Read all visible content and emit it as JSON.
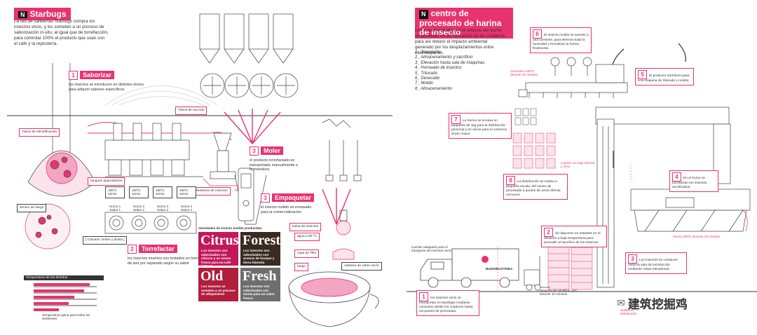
{
  "left": {
    "header": "Starbugs",
    "intro": "La red de cafeterías Starbugs compra los insectos vivos, y los someten a un proceso de saborización in-situ, al igual que de torrefacción, para controlar 100% el producto que usan con el café y la repostería.",
    "steps": [
      {
        "num": "1",
        "title": "Saborizar",
        "text": "los insectos se introducen en distintos olores para adquirir sabores específicos"
      },
      {
        "num": "2",
        "title": "Torrefactar",
        "text": "los insectos muertos son tostados en hornos de aire por separado según su sabor"
      },
      {
        "num": "3",
        "title": "Moler",
        "text": "el producto torrefactado es transportado manualmente a la moledora"
      },
      {
        "num": "3",
        "title": "Empaquetar",
        "text": "el insecto molido es envasado para la comercialización"
      }
    ],
    "labels": {
      "tubos": "Tubos de electrificación",
      "tanques": "tanques apareadores",
      "tubos_succion": "Tubos de succión",
      "moledora": "Moledora de insectos",
      "variedades": "Variedades de insecto molido producidas",
      "bolsa": "bolsa de insectos",
      "agua": "agua a 90 ºC",
      "capa": "capa de filtro",
      "fuego": "fuego",
      "cafetera": "cafetera de vidrio vacío",
      "sensor": "sensor de fuego",
      "horno": "[ Cámara: Orden y Bolsa ]"
    },
    "ovens": [
      "Horno 1 Sabor 1",
      "Horno 2 Sabor 2",
      "Horno 3 Sabor 3",
      "Horno 4 Sabor 4"
    ],
    "temps": [
      "180ºC 10min",
      "180ºC 10min",
      "180ºC 10min",
      "180ºC 10min"
    ],
    "flavors": [
      {
        "name": "Citrus",
        "text": "Los insectos son saborizados con cítricos y un aroma fresco para un café intenso",
        "bg": "#c2185b"
      },
      {
        "name": "Forest",
        "text": "Los insectos son saborizados con aromas de bosque y tierra húmeda",
        "bg": "#3a2a22"
      },
      {
        "name": "Old",
        "text": "Los insectos se someten a un proceso de añejamiento",
        "bg": "#b01e3c"
      },
      {
        "name": "Fresh",
        "text": "Los insectos son saborizados con menta para un sabor fresco",
        "bg": "#6e6e6e"
      }
    ],
    "chart": {
      "title": "Temperatura de los ámbitos",
      "rows": [
        0.9,
        0.8,
        0.65,
        0.55,
        0.4
      ],
      "note": "Temperatura ajena para todos los ambientes"
    }
  },
  "right": {
    "header": "centro de procesado de harina de insecto",
    "intro": "Los insectos criados en el entorno del barrio se procesan en las cercanías de los criaderos, para así reducir el impacto ambiental generado por los desplazamientos entre intermediarios.",
    "list": [
      "1_ Transporte",
      "2_ Almacenamiento y sacrificio",
      "3_ Elevación hasta sala de máquinas",
      "4_ Horneado de insectos",
      "5_ Triturado",
      "6_ Desecado",
      "7_ Molido",
      "8_ Almacenamiento"
    ],
    "steps": [
      {
        "num": "1",
        "text": "los insectos vivos se transportan en bandejas mediante camiones desde los criaderos hasta los puntos de procesado."
      },
      {
        "num": "2",
        "text": "Se disponen en estantes en el almacén a baja temperatura para proceder al sacrificio de los insectos."
      },
      {
        "num": "3",
        "text": "Los insectos se conducen hasta la sala de torrefacción mediante cintas elevadoras."
      },
      {
        "num": "4",
        "text": "En el horno se torrefactan los insectos sacrificados."
      },
      {
        "num": "5",
        "text": "El producto torrefacto pasa a la máquina de triturado y molido."
      },
      {
        "num": "6",
        "text": "El insecto molido se somete a una corriente, para eliminar toda la humedad y formalizar la harina finalmente."
      },
      {
        "num": "7",
        "text": "La harina se envasa en paquetes de 1kg para la distribución personal y en sacos para el comercio al por mayor."
      },
      {
        "num": "8",
        "text": "La distribución se realiza a pequeña escala, del centro de procesado a puntos de venta directa cercanos."
      }
    ],
    "labels": {
      "camion": "Camión adaptado para el transporte de insectos vivos",
      "brand": "BUGINDUSTRIES",
      "almacen": "Almacén de sacrificio -4ºC durante 10 minutos",
      "horno_t": "Horno 200ºC durante 10 minutos",
      "corriente": "Corriente a 80ºC durante 10 minutos",
      "carrier": "Carriers en bajo tránsito y seco",
      "salida": "Salida de distribución"
    }
  },
  "watermark": "建筑挖掘鸡"
}
